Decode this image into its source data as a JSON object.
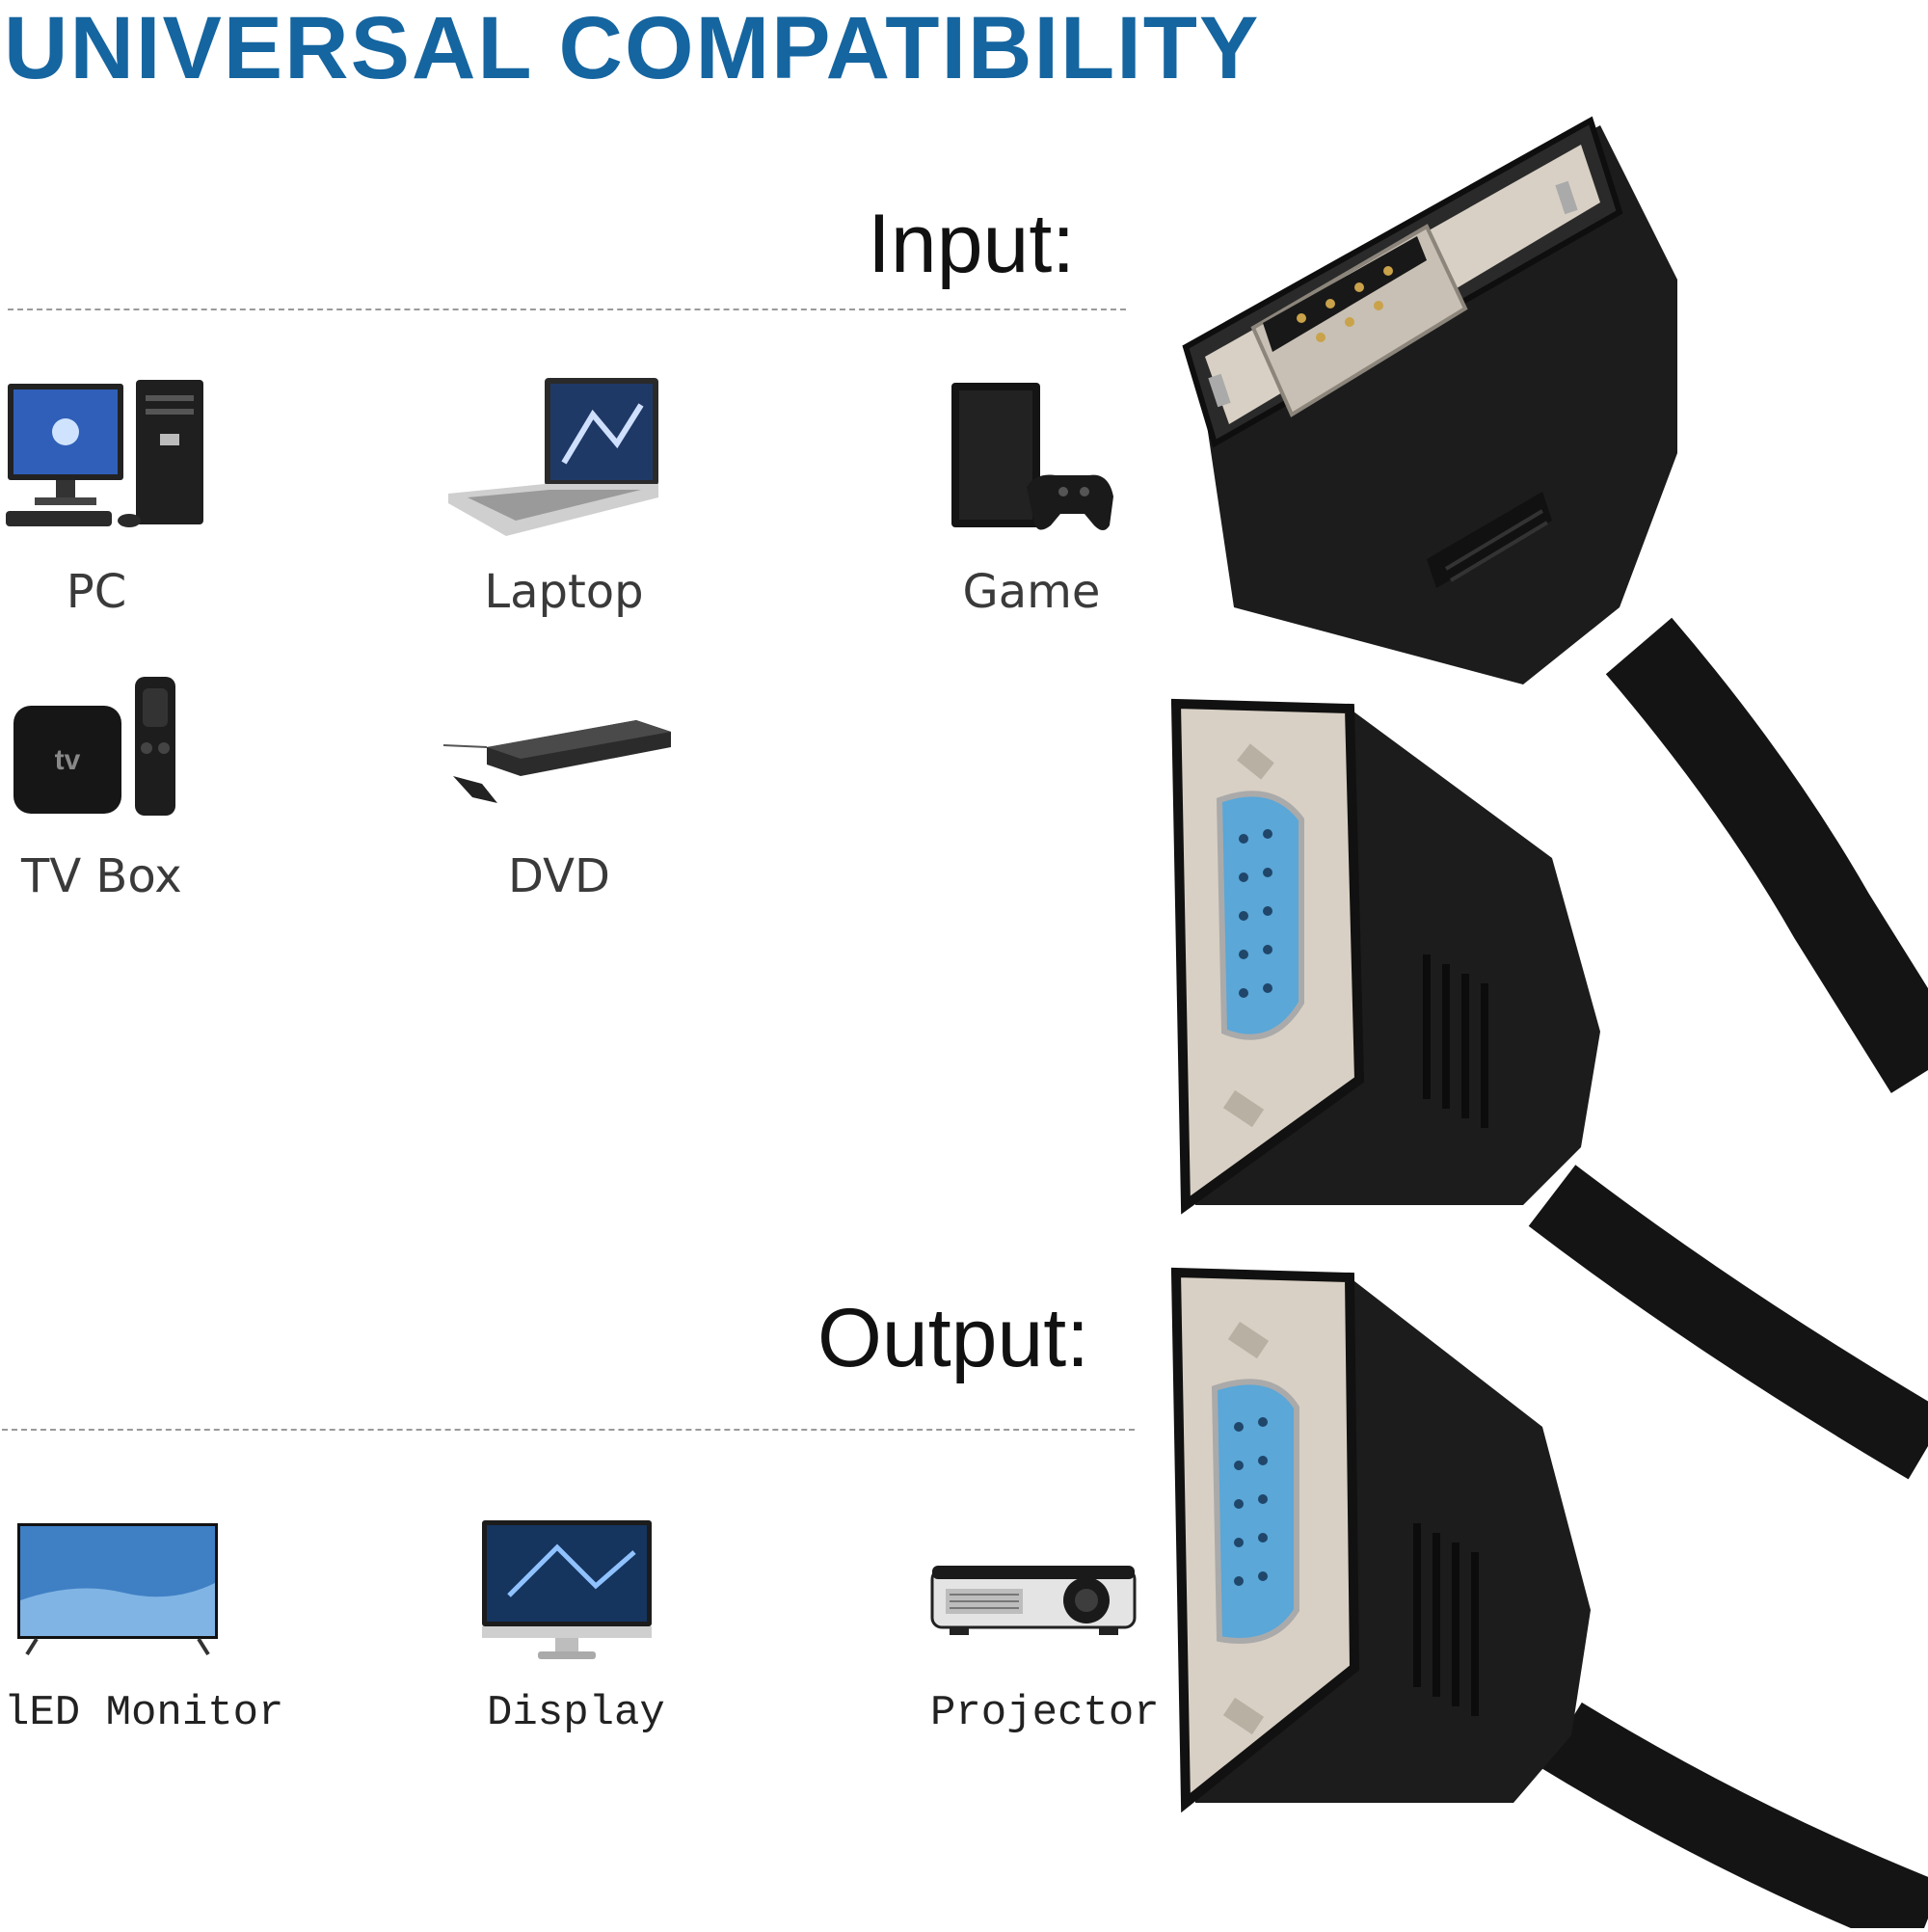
{
  "title": "UNIVERSAL COMPATIBILITY",
  "input": {
    "label": "Input:",
    "devices": [
      {
        "label": "PC",
        "icon": "pc-icon"
      },
      {
        "label": "Laptop",
        "icon": "laptop-icon"
      },
      {
        "label": "Game",
        "icon": "game-console-icon"
      },
      {
        "label": "TV Box",
        "icon": "tv-box-icon"
      },
      {
        "label": "DVD",
        "icon": "dvd-player-icon"
      }
    ]
  },
  "output": {
    "label": "Output:",
    "devices": [
      {
        "label": "lED Monitor",
        "icon": "led-monitor-icon"
      },
      {
        "label": "Display",
        "icon": "display-icon"
      },
      {
        "label": "Projector",
        "icon": "projector-icon"
      }
    ]
  },
  "colors": {
    "title": "#1565a0",
    "connector_body": "#1c1c1c",
    "connector_metal": "#d8d0c4",
    "vga_female_insert": "#5aa7d8"
  },
  "tv_box_logo_text": "tv"
}
